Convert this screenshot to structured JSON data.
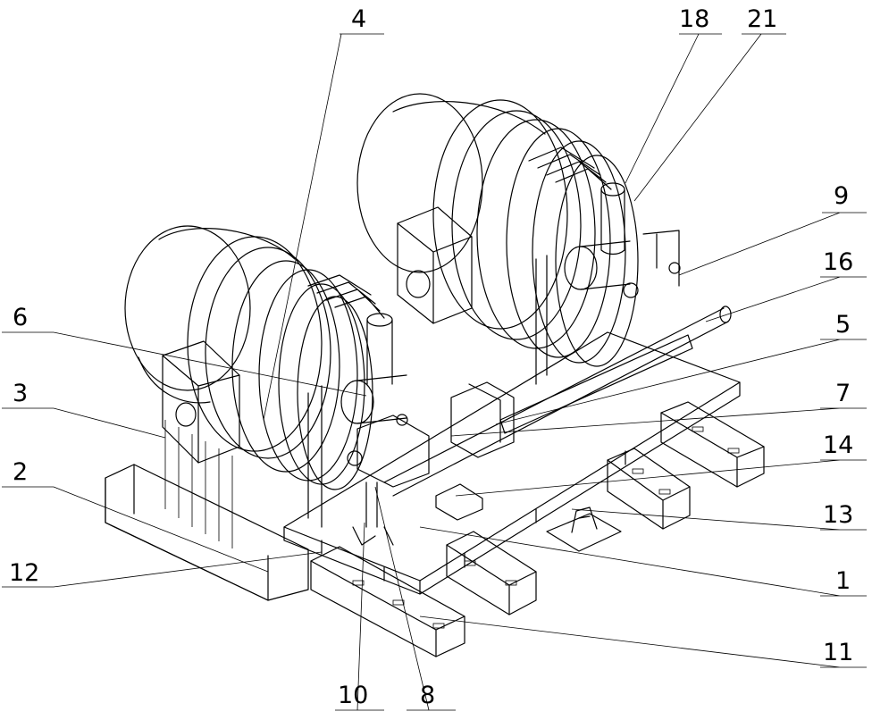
{
  "figure": {
    "labels": [
      "1",
      "2",
      "3",
      "4",
      "5",
      "6",
      "7",
      "8",
      "9",
      "10",
      "11",
      "12",
      "13",
      "14",
      "16",
      "18",
      "21"
    ]
  }
}
